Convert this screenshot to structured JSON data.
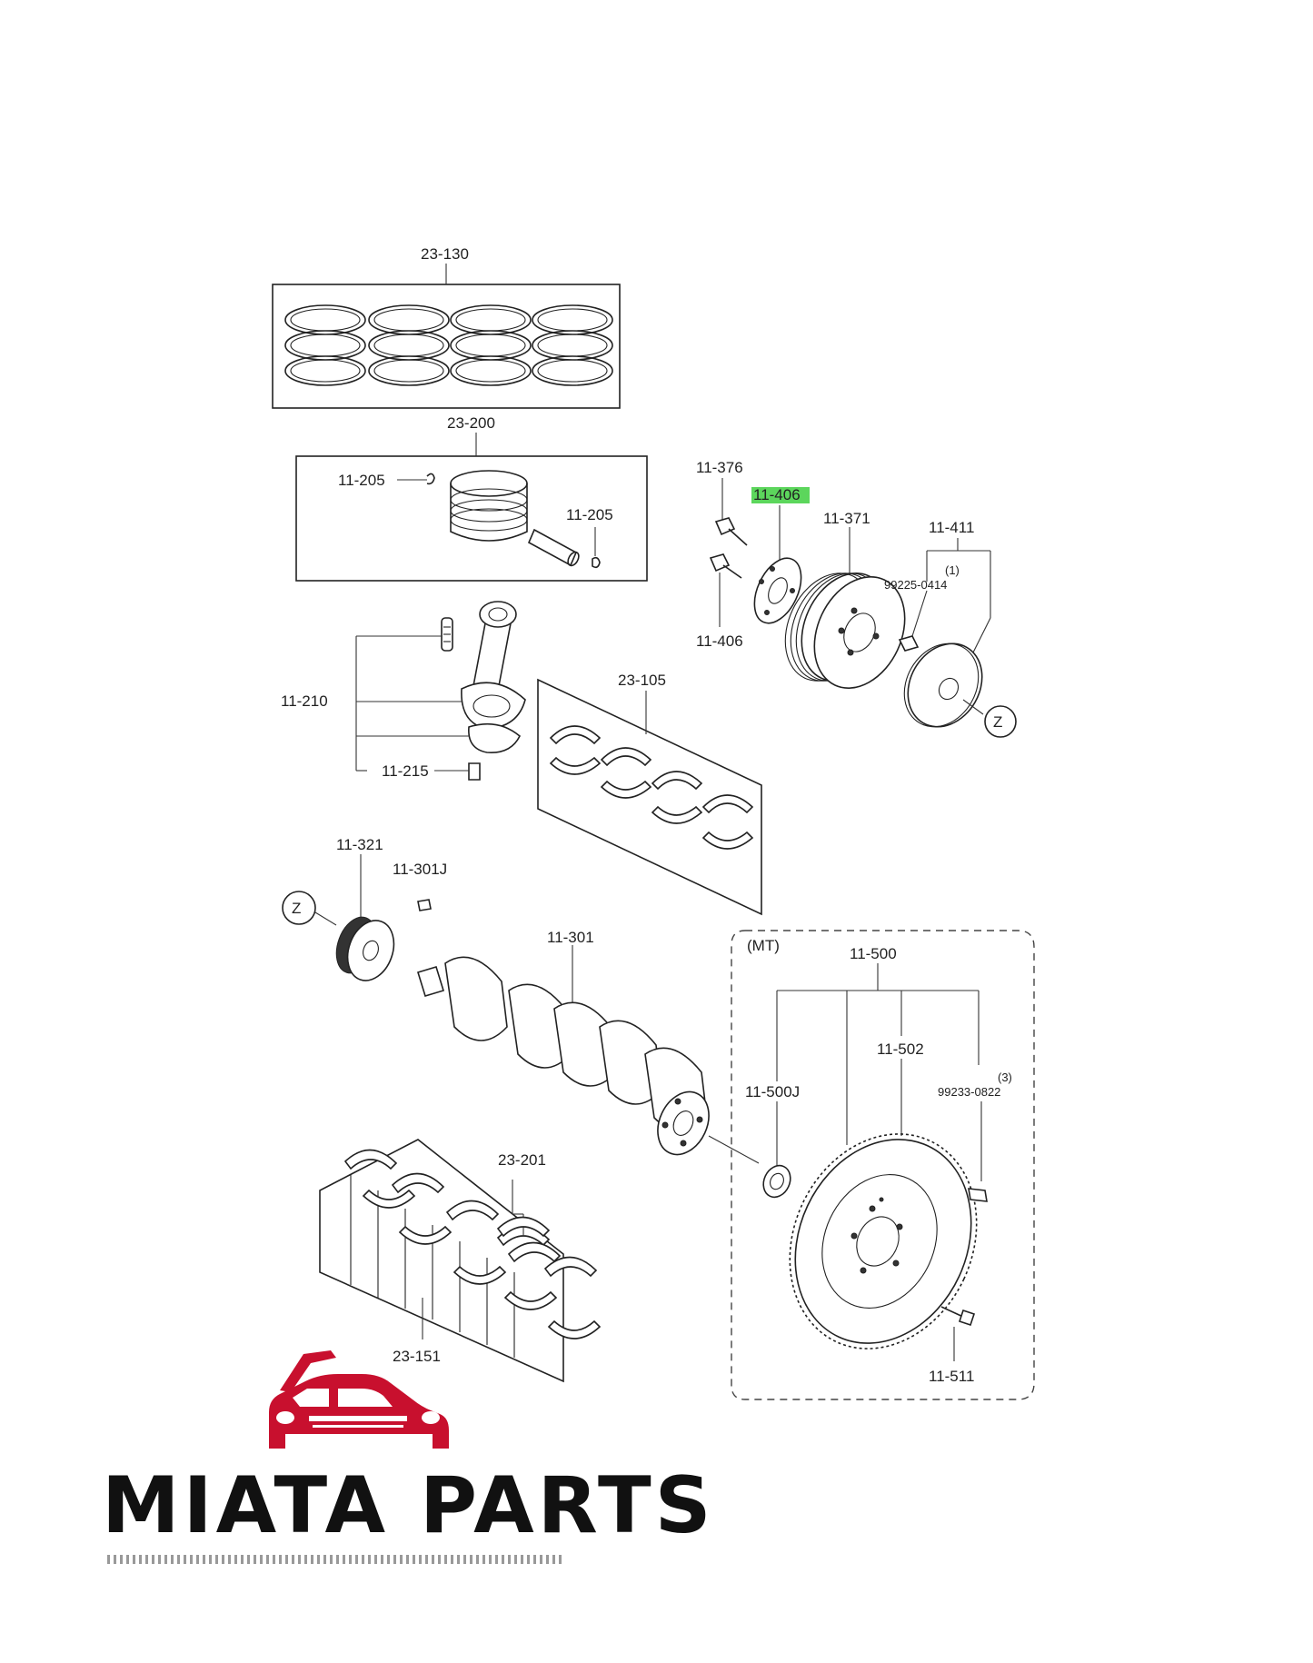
{
  "labels": {
    "pistonRingSet": "23-130",
    "pistonAssy": "23-200",
    "pistonClipLeft": "11-205",
    "pistonClipRight": "11-205",
    "connectingRod": "11-210",
    "rodNut": "11-215",
    "rodBearingSet": "23-105",
    "pulleyBolt": "11-376",
    "pulleyPlateHighlighted": "11-406",
    "pulleyPlateBolt": "11-406",
    "crankPulley": "11-371",
    "pulleyBaffleKit": "11-411",
    "kitQty1": "(1)",
    "kitPin": "99225-0414",
    "timingSprocket": "11-321",
    "crankKey": "11-301J",
    "crankshaft": "11-301",
    "mtGroup": "(MT)",
    "flywheelAssy": "11-500",
    "ringGear": "11-502",
    "pilotBearing": "11-500J",
    "kitQty3": "(3)",
    "dowelPin": "99233-0822",
    "mainBearingSet": "23-151",
    "thrustBearing": "23-201",
    "flywheelBolt": "11-511",
    "refZ1": "Z",
    "refZ2": "Z"
  },
  "brand": {
    "name": "MIATA PARTS",
    "logo_color": "#c8102e",
    "highlight_color": "#5cd65c"
  }
}
